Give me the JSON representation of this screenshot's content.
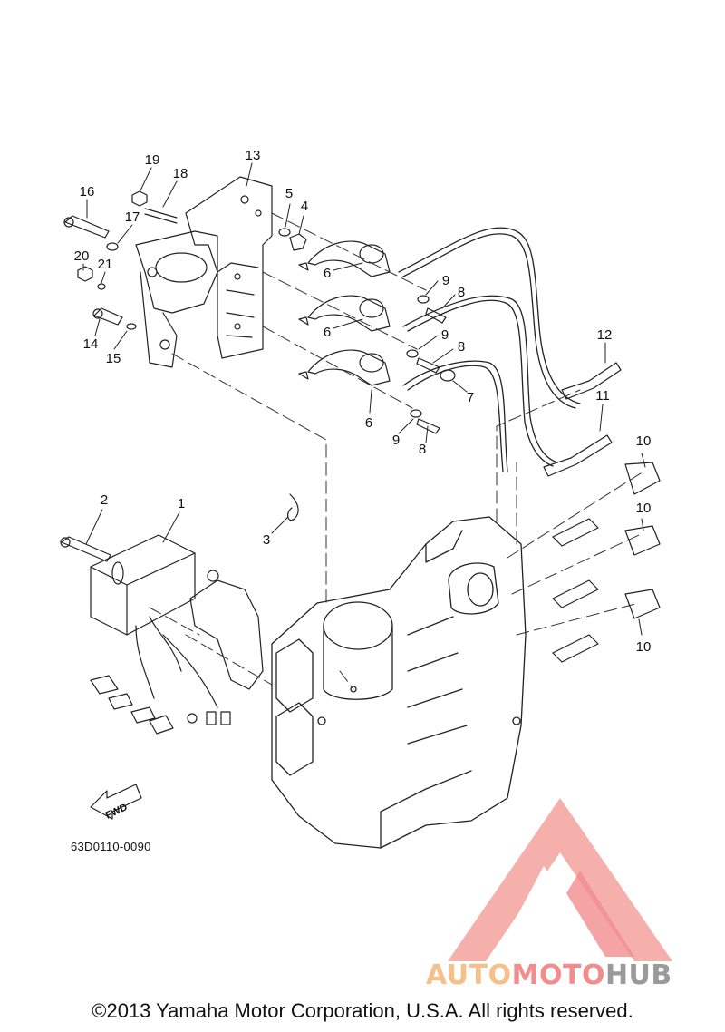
{
  "callouts": [
    {
      "id": "1",
      "label": "1"
    },
    {
      "id": "2",
      "label": "2"
    },
    {
      "id": "3",
      "label": "3"
    },
    {
      "id": "4",
      "label": "4"
    },
    {
      "id": "5",
      "label": "5"
    },
    {
      "id": "6a",
      "label": "6"
    },
    {
      "id": "6b",
      "label": "6"
    },
    {
      "id": "6c",
      "label": "6"
    },
    {
      "id": "7",
      "label": "7"
    },
    {
      "id": "8a",
      "label": "8"
    },
    {
      "id": "8b",
      "label": "8"
    },
    {
      "id": "8c",
      "label": "8"
    },
    {
      "id": "9a",
      "label": "9"
    },
    {
      "id": "9b",
      "label": "9"
    },
    {
      "id": "9c",
      "label": "9"
    },
    {
      "id": "10a",
      "label": "10"
    },
    {
      "id": "10b",
      "label": "10"
    },
    {
      "id": "10c",
      "label": "10"
    },
    {
      "id": "11",
      "label": "11"
    },
    {
      "id": "12",
      "label": "12"
    },
    {
      "id": "13",
      "label": "13"
    },
    {
      "id": "14",
      "label": "14"
    },
    {
      "id": "15",
      "label": "15"
    },
    {
      "id": "16",
      "label": "16"
    },
    {
      "id": "17",
      "label": "17"
    },
    {
      "id": "18",
      "label": "18"
    },
    {
      "id": "19",
      "label": "19"
    },
    {
      "id": "20",
      "label": "20"
    },
    {
      "id": "21",
      "label": "21"
    }
  ],
  "fwd_label": "FWD",
  "catalog_code": "63D0110-0090",
  "watermark": {
    "part1": "AUTO",
    "part2": "MOTO",
    "part3": "HUB",
    "colors": {
      "orange": "#f5c089",
      "red": "#f18d8d",
      "gray": "#9a9a9a"
    }
  },
  "copyright": "©2013 Yamaha Motor Corporation, U.S.A. All rights reserved."
}
